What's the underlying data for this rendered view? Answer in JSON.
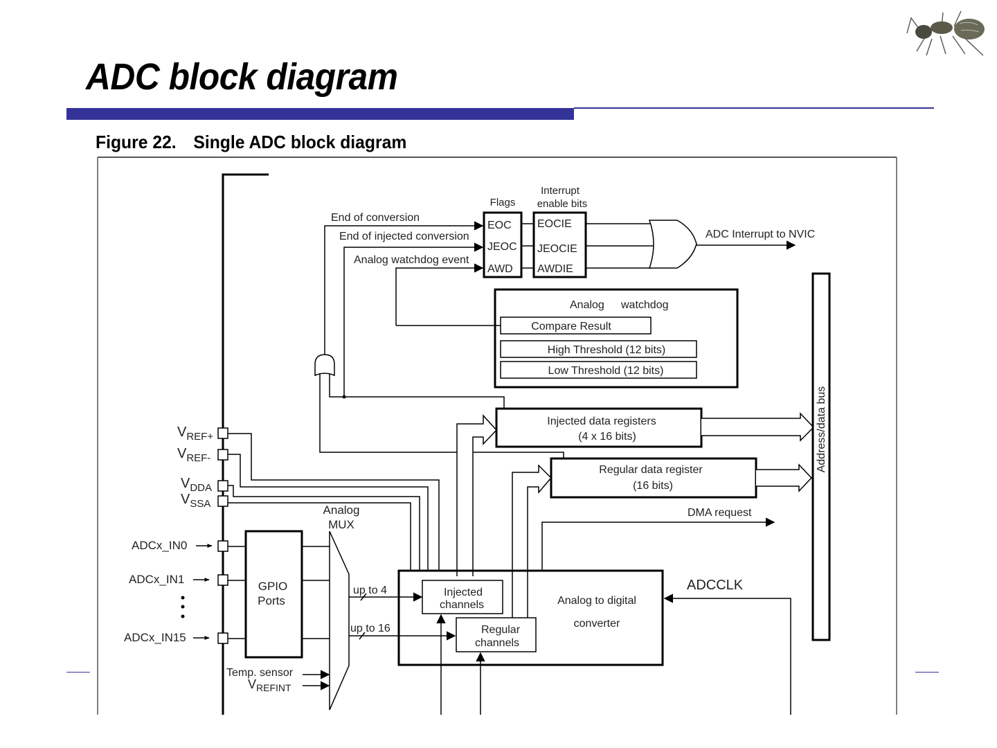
{
  "slide": {
    "title": "ADC block diagram",
    "accent_color": "#333399",
    "logo": "ant-icon"
  },
  "figure": {
    "number": "Figure 22.",
    "caption": "Single ADC block diagram"
  },
  "diagram": {
    "flags": {
      "header": "Flags",
      "items": [
        "EOC",
        "JEOC",
        "AWD"
      ]
    },
    "interrupt_enable": {
      "header_line1": "Interrupt",
      "header_line2": "enable bits",
      "items": [
        "EOCIE",
        "JEOCIE",
        "AWDIE"
      ]
    },
    "signals": {
      "end_of_conversion": "End of conversion",
      "end_of_injected_conversion": "End of injected conversion",
      "analog_watchdog_event": "Analog watchdog event",
      "adc_interrupt": "ADC Interrupt to NVIC",
      "dma_request": "DMA request",
      "adcclk": "ADCCLK",
      "up_to_4": "up to 4",
      "up_to_16": "up to 16"
    },
    "watchdog": {
      "title_a": "Analog",
      "title_b": "watchdog",
      "compare_result": "Compare Result",
      "high_threshold": "High Threshold (12 bits)",
      "low_threshold": "Low Threshold (12 bits)"
    },
    "injected_data_registers": {
      "line1": "Injected data registers",
      "line2": "(4 x 16 bits)"
    },
    "regular_data_register": {
      "line1": "Regular data register",
      "line2": "(16 bits)"
    },
    "address_bus": "Address/data bus",
    "pins": {
      "vref_plus": {
        "main": "V",
        "sub": "REF+"
      },
      "vref_minus": {
        "main": "V",
        "sub": "REF-"
      },
      "vdda": {
        "main": "V",
        "sub": "DDA"
      },
      "vssa": {
        "main": "V",
        "sub": "SSA"
      },
      "in0": "ADCx_IN0",
      "in1": "ADCx_IN1",
      "in15": "ADCx_IN15"
    },
    "gpio": {
      "line1": "GPIO",
      "line2": "Ports"
    },
    "mux": {
      "line1": "Analog",
      "line2": "MUX"
    },
    "temp_sensor": "Temp. sensor",
    "vrefint": {
      "main": "V",
      "sub": "REFINT"
    },
    "injected_channels": {
      "line1": "Injected",
      "line2": "channels"
    },
    "regular_channels": {
      "line1": "Regular",
      "line2": "channels"
    },
    "adc": {
      "line1": "Analog to digital",
      "line2": "converter"
    }
  }
}
